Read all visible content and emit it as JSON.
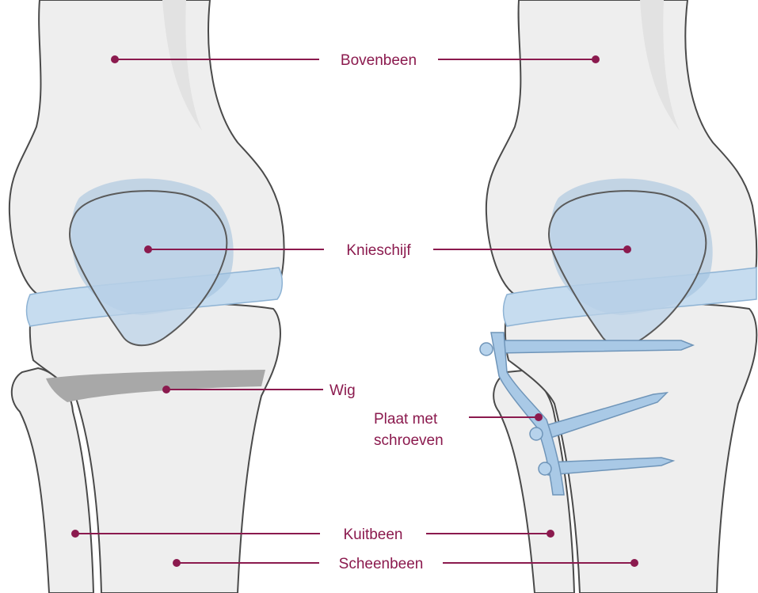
{
  "labels": {
    "femur": "Bovenbeen",
    "patella": "Knieschijf",
    "wedge": "Wig",
    "plate_line1": "Plaat met",
    "plate_line2": "schroeven",
    "fibula": "Kuitbeen",
    "tibia": "Scheenbeen"
  },
  "colors": {
    "label": "#8b1a4e",
    "bone": "#eeeeee",
    "bone_outline": "#4a4a4a",
    "cartilage": "#c6dcef",
    "wedge": "#a8a8a8",
    "plate": "#a9c9e6"
  }
}
